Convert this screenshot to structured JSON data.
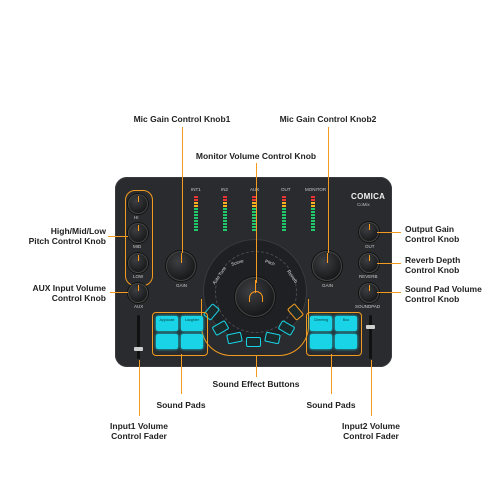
{
  "callouts": {
    "mic_gain_knob1": "Mic Gain Control Knob1",
    "mic_gain_knob2": "Mic Gain Control Knob2",
    "monitor_volume": "Monitor Volume Control Knob",
    "high_mid_low": [
      "High/Mid/Low",
      "Pitch Control Knob"
    ],
    "aux_input": [
      "AUX Input Volume",
      "Control Knob"
    ],
    "output_gain": [
      "Output Gain",
      "Control Knob"
    ],
    "reverb_depth": [
      "Reverb Depth",
      "Control Knob"
    ],
    "sound_pad_volume": [
      "Sound Pad Volume",
      "Control Knob"
    ],
    "sound_effect_buttons": "Sound Effect Buttons",
    "sound_pads_left": "Sound Pads",
    "sound_pads_right": "Sound Pads",
    "input1_fader": [
      "Input1 Volume",
      "Control Fader"
    ],
    "input2_fader": [
      "Input2 Volume",
      "Control Fader"
    ]
  },
  "device": {
    "brand": "COMICA",
    "model": "CoMix",
    "channel_labels": [
      "INT1",
      "IN2",
      "AUX",
      "OUT",
      "MONITOR"
    ],
    "knob_labels": {
      "hi": "HI",
      "mid": "MID",
      "low": "LOW",
      "aux": "AUX",
      "gain_left": "GAIN",
      "gain_right": "GAIN",
      "out": "OUT",
      "reverb": "REVERB",
      "soundpad": "SOUNDPAD"
    },
    "fx_labels": [
      "Auto Tune",
      "Scene",
      "Pitch",
      "Reverb"
    ],
    "pad_labels": [
      "Applause",
      "Laughter",
      "Cheering",
      "Boo"
    ],
    "accent_color": "#f29b1f",
    "pad_color": "#18d4e6"
  }
}
